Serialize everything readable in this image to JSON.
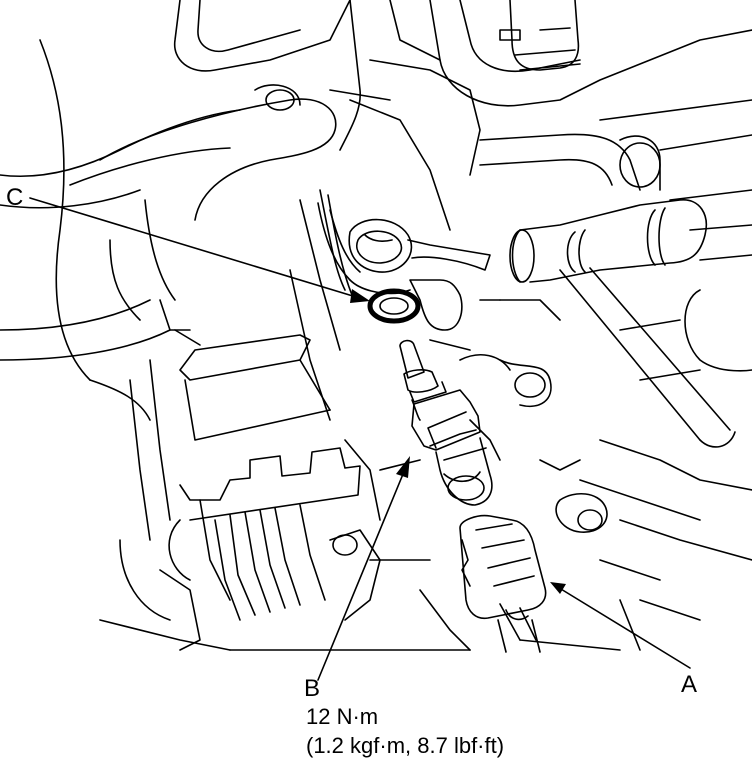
{
  "labels": {
    "a": "A",
    "b": "B",
    "c": "C"
  },
  "torque": {
    "nm": "12 N·m",
    "alt": "(1.2 kgf·m, 8.7 lbf·ft)"
  },
  "colors": {
    "line": "#000000",
    "background": "#ffffff"
  }
}
